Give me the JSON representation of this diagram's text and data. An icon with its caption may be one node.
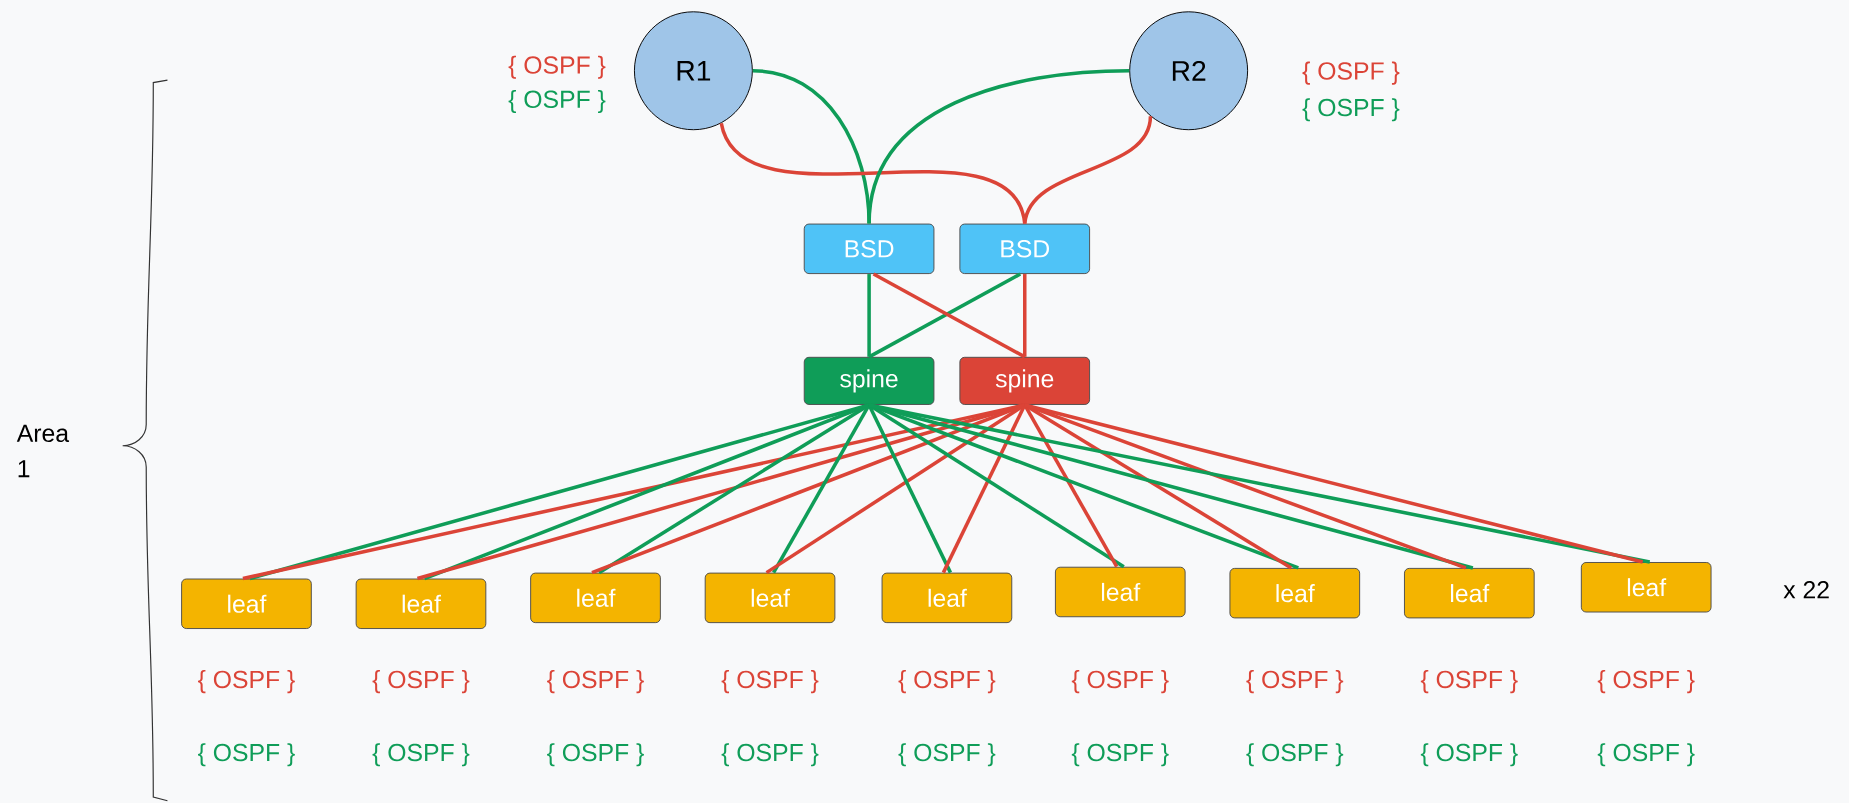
{
  "diagram": {
    "nodes": [
      {
        "text": [
          "R1"
        ],
        "beside": [
          "{ OSPF }",
          "{ OSPF }"
        ]
      },
      {
        "text": [
          "R2"
        ],
        "beside": [
          "{ OSPF }",
          "{ OSPF }"
        ]
      },
      {
        "text": [
          "BSD"
        ]
      },
      {
        "text": [
          "BSD"
        ]
      },
      {
        "text": [
          "spine"
        ]
      },
      {
        "text": [
          "spine"
        ]
      },
      {
        "text": [
          "leaf"
        ],
        "beside": [
          "{ OSPF }",
          "{ OSPF }"
        ]
      },
      {
        "text": [
          "leaf"
        ],
        "beside": [
          "{ OSPF }",
          "{ OSPF }"
        ]
      },
      {
        "text": [
          "leaf"
        ],
        "beside": [
          "{ OSPF }",
          "{ OSPF }"
        ]
      },
      {
        "text": [
          "leaf"
        ],
        "beside": [
          "{ OSPF }",
          "{ OSPF }"
        ]
      },
      {
        "text": [
          "leaf"
        ],
        "beside": [
          "{ OSPF }",
          "{ OSPF }"
        ]
      },
      {
        "text": [
          "leaf"
        ],
        "beside": [
          "{ OSPF }",
          "{ OSPF }"
        ]
      },
      {
        "text": [
          "leaf"
        ],
        "beside": [
          "{ OSPF }",
          "{ OSPF }"
        ]
      },
      {
        "text": [
          "leaf"
        ],
        "beside": [
          "{ OSPF }",
          "{ OSPF }"
        ]
      },
      {
        "text": [
          "leaf"
        ],
        "beside": [
          "{ OSPF }",
          "{ OSPF }"
        ]
      }
    ],
    "edges": [
      {
        "from": 0,
        "to": 2,
        "arrow": "none",
        "color": "#0f9d58"
      },
      {
        "from": 0,
        "to": 3,
        "arrow": "none",
        "color": "#db4437"
      },
      {
        "from": 1,
        "to": 2,
        "arrow": "none",
        "color": "#0f9d58"
      },
      {
        "from": 1,
        "to": 3,
        "arrow": "none",
        "color": "#db4437"
      },
      {
        "from": 2,
        "to": 4,
        "arrow": "none",
        "color": "#0f9d58"
      },
      {
        "from": 3,
        "to": 4,
        "arrow": "none",
        "color": "#0f9d58"
      },
      {
        "from": 2,
        "to": 5,
        "arrow": "none",
        "color": "#db4437"
      },
      {
        "from": 3,
        "to": 5,
        "arrow": "none",
        "color": "#db4437"
      },
      {
        "from": 4,
        "to": 6,
        "arrow": "none",
        "color": "#0f9d58"
      },
      {
        "from": 5,
        "to": 6,
        "arrow": "none",
        "color": "#db4437"
      },
      {
        "from": 4,
        "to": 7,
        "arrow": "none",
        "color": "#0f9d58"
      },
      {
        "from": 5,
        "to": 7,
        "arrow": "none",
        "color": "#db4437"
      },
      {
        "from": 4,
        "to": 8,
        "arrow": "none",
        "color": "#0f9d58"
      },
      {
        "from": 5,
        "to": 8,
        "arrow": "none",
        "color": "#db4437"
      },
      {
        "from": 4,
        "to": 9,
        "arrow": "none",
        "color": "#0f9d58"
      },
      {
        "from": 5,
        "to": 9,
        "arrow": "none",
        "color": "#db4437"
      },
      {
        "from": 4,
        "to": 10,
        "arrow": "none",
        "color": "#0f9d58"
      },
      {
        "from": 5,
        "to": 10,
        "arrow": "none",
        "color": "#db4437"
      },
      {
        "from": 4,
        "to": 11,
        "arrow": "none",
        "color": "#0f9d58"
      },
      {
        "from": 5,
        "to": 11,
        "arrow": "none",
        "color": "#db4437"
      },
      {
        "from": 4,
        "to": 12,
        "arrow": "none",
        "color": "#0f9d58"
      },
      {
        "from": 5,
        "to": 12,
        "arrow": "none",
        "color": "#db4437"
      },
      {
        "from": 4,
        "to": 13,
        "arrow": "none",
        "color": "#0f9d58"
      },
      {
        "from": 5,
        "to": 13,
        "arrow": "none",
        "color": "#db4437"
      },
      {
        "from": 4,
        "to": 14,
        "arrow": "none",
        "color": "#0f9d58"
      },
      {
        "from": 5,
        "to": 14,
        "arrow": "none",
        "color": "#db4437"
      }
    ],
    "labels": [
      "Area 1",
      "x 22"
    ]
  }
}
